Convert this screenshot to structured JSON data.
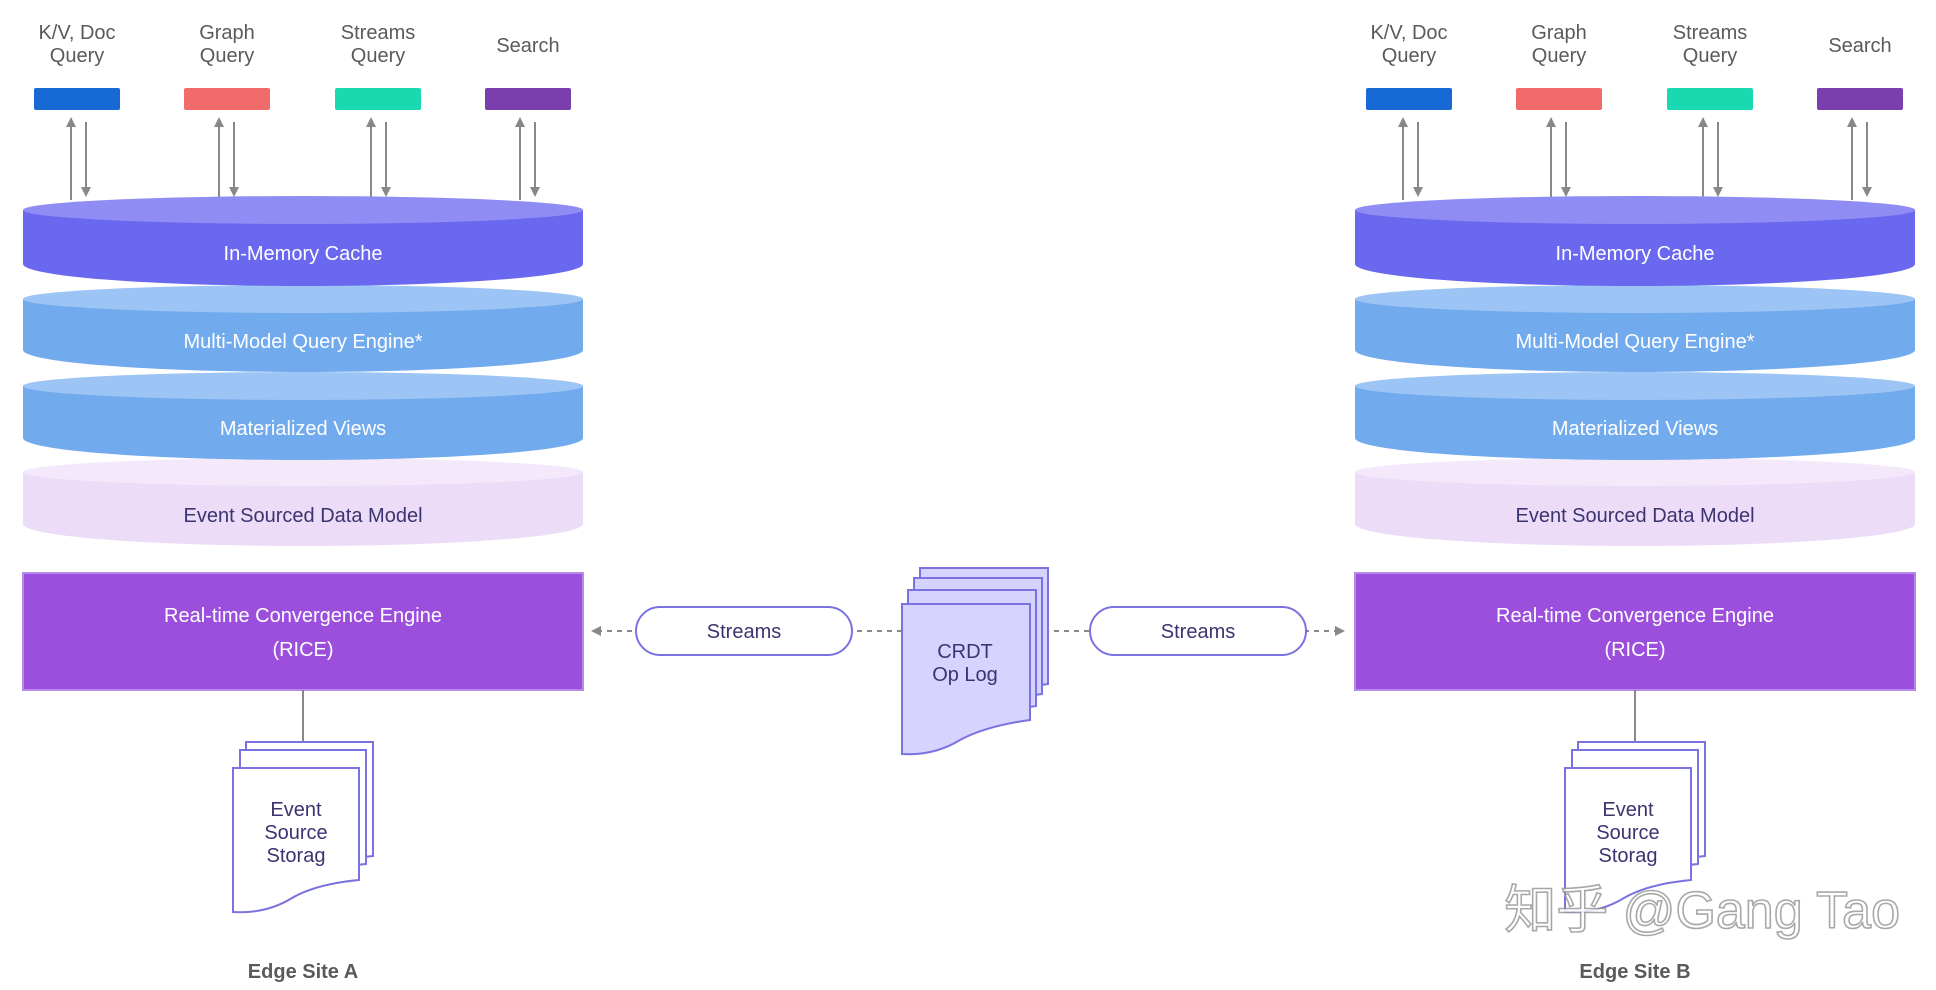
{
  "site_a": {
    "queries": [
      {
        "label": "K/V, Doc\nQuery",
        "color": "#1769d6"
      },
      {
        "label": "Graph\nQuery",
        "color": "#f26b6b"
      },
      {
        "label": "Streams\nQuery",
        "color": "#1ad9b0"
      },
      {
        "label": "Search",
        "color": "#7a3fad"
      }
    ],
    "layers": [
      {
        "label": "In-Memory Cache",
        "color": "#6a68ee",
        "top_color": "#8f8df3"
      },
      {
        "label": "Multi-Model Query Engine*",
        "color": "#72aaee",
        "top_color": "#9cc4f4"
      },
      {
        "label": "Materialized Views",
        "color": "#72aaee",
        "top_color": "#9cc4f4"
      },
      {
        "label": "Event Sourced Data Model",
        "color": "#eddcf7",
        "top_color": "#f4e9fb"
      }
    ],
    "engine": {
      "line1": "Real-time Convergence Engine",
      "line2": "(RICE)",
      "color": "#9b4fdc"
    },
    "storage": {
      "label": "Event\nSource\nStorag"
    },
    "site_label": "Edge Site A"
  },
  "site_b": {
    "queries": [
      {
        "label": "K/V, Doc\nQuery",
        "color": "#1769d6"
      },
      {
        "label": "Graph\nQuery",
        "color": "#f26b6b"
      },
      {
        "label": "Streams\nQuery",
        "color": "#1ad9b0"
      },
      {
        "label": "Search",
        "color": "#7a3fad"
      }
    ],
    "layers": [
      {
        "label": "In-Memory Cache",
        "color": "#6a68ee",
        "top_color": "#8f8df3"
      },
      {
        "label": "Multi-Model Query Engine*",
        "color": "#72aaee",
        "top_color": "#9cc4f4"
      },
      {
        "label": "Materialized Views",
        "color": "#72aaee",
        "top_color": "#9cc4f4"
      },
      {
        "label": "Event Sourced Data Model",
        "color": "#eddcf7",
        "top_color": "#f4e9fb"
      }
    ],
    "engine": {
      "line1": "Real-time Convergence Engine",
      "line2": "(RICE)",
      "color": "#9b4fdc"
    },
    "storage": {
      "label": "Event\nSource\nStorag"
    },
    "site_label": "Edge Site B"
  },
  "center": {
    "stream_left": "Streams",
    "stream_right": "Streams",
    "oplog": {
      "label": "CRDT\nOp Log"
    }
  },
  "watermark": "知乎 @Gang Tao",
  "colors": {
    "text_gray": "#5a5a5a",
    "dark_text": "#3a3470",
    "outline": "#7a72e0",
    "arrow": "#888888",
    "oplog_fill": "#d6d3ff"
  }
}
